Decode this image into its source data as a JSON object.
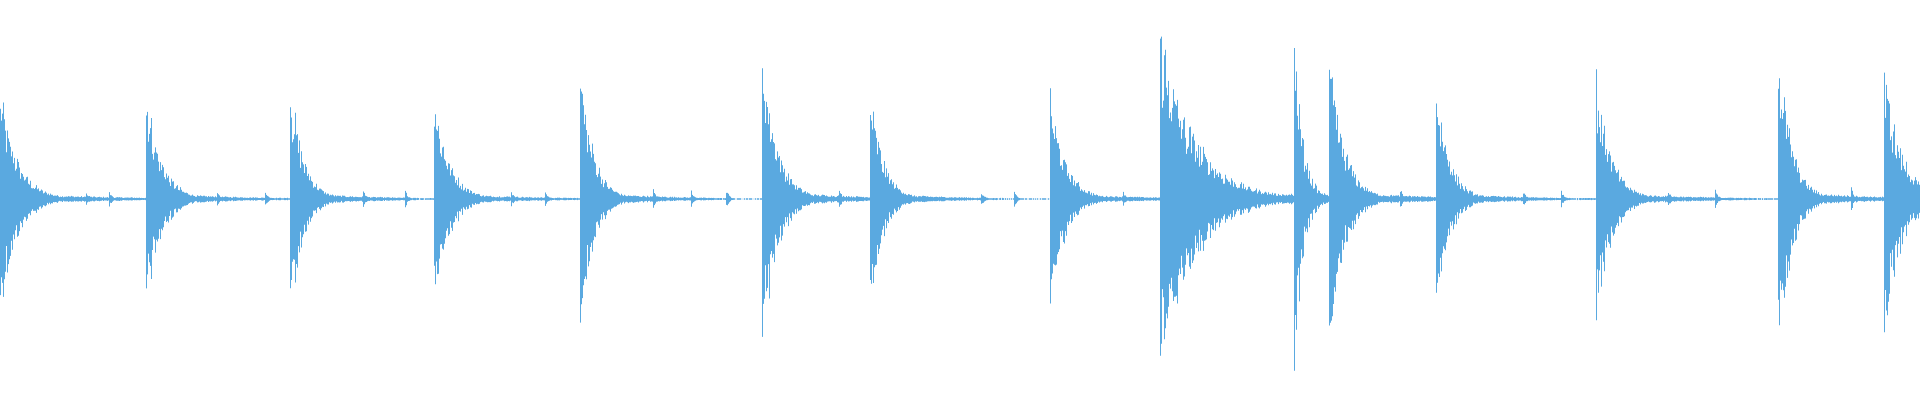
{
  "waveform": {
    "color": "#5aa9e0",
    "background": "#ffffff",
    "transients": [
      {
        "t": 0.0,
        "amp": 0.64,
        "decay": 0.04,
        "tail": [
          0.045,
          0.057
        ]
      },
      {
        "t": 0.076,
        "amp": 0.64,
        "decay": 0.035,
        "tail": [
          0.037,
          0.062
        ]
      },
      {
        "t": 0.151,
        "amp": 0.7,
        "decay": 0.03,
        "tail": [
          0.038,
          0.06,
          0.075
        ]
      },
      {
        "t": 0.226,
        "amp": 0.63,
        "decay": 0.035,
        "tail": [
          0.04,
          0.058
        ]
      },
      {
        "t": 0.302,
        "amp": 0.8,
        "decay": 0.03,
        "tail": [
          0.038,
          0.058,
          0.076
        ]
      },
      {
        "t": 0.397,
        "amp": 0.88,
        "decay": 0.035,
        "tail": [
          0.04
        ]
      },
      {
        "t": 0.453,
        "amp": 0.64,
        "decay": 0.03,
        "tail": [
          0.058,
          0.075
        ]
      },
      {
        "t": 0.547,
        "amp": 0.62,
        "decay": 0.035,
        "tail": [
          0.038
        ]
      },
      {
        "t": 0.604,
        "amp": 1.0,
        "decay": 0.08,
        "tail": []
      },
      {
        "t": 0.674,
        "amp": 1.0,
        "decay": 0.02,
        "tail": []
      },
      {
        "t": 0.692,
        "amp": 0.85,
        "decay": 0.035,
        "tail": [
          0.037
        ]
      },
      {
        "t": 0.748,
        "amp": 0.7,
        "decay": 0.03,
        "tail": [
          0.045,
          0.065
        ]
      },
      {
        "t": 0.831,
        "amp": 0.73,
        "decay": 0.035,
        "tail": [
          0.038,
          0.062
        ]
      },
      {
        "t": 0.926,
        "amp": 0.96,
        "decay": 0.03,
        "tail": [
          0.038
        ]
      },
      {
        "t": 0.981,
        "amp": 0.78,
        "decay": 0.04,
        "tail": []
      }
    ]
  }
}
